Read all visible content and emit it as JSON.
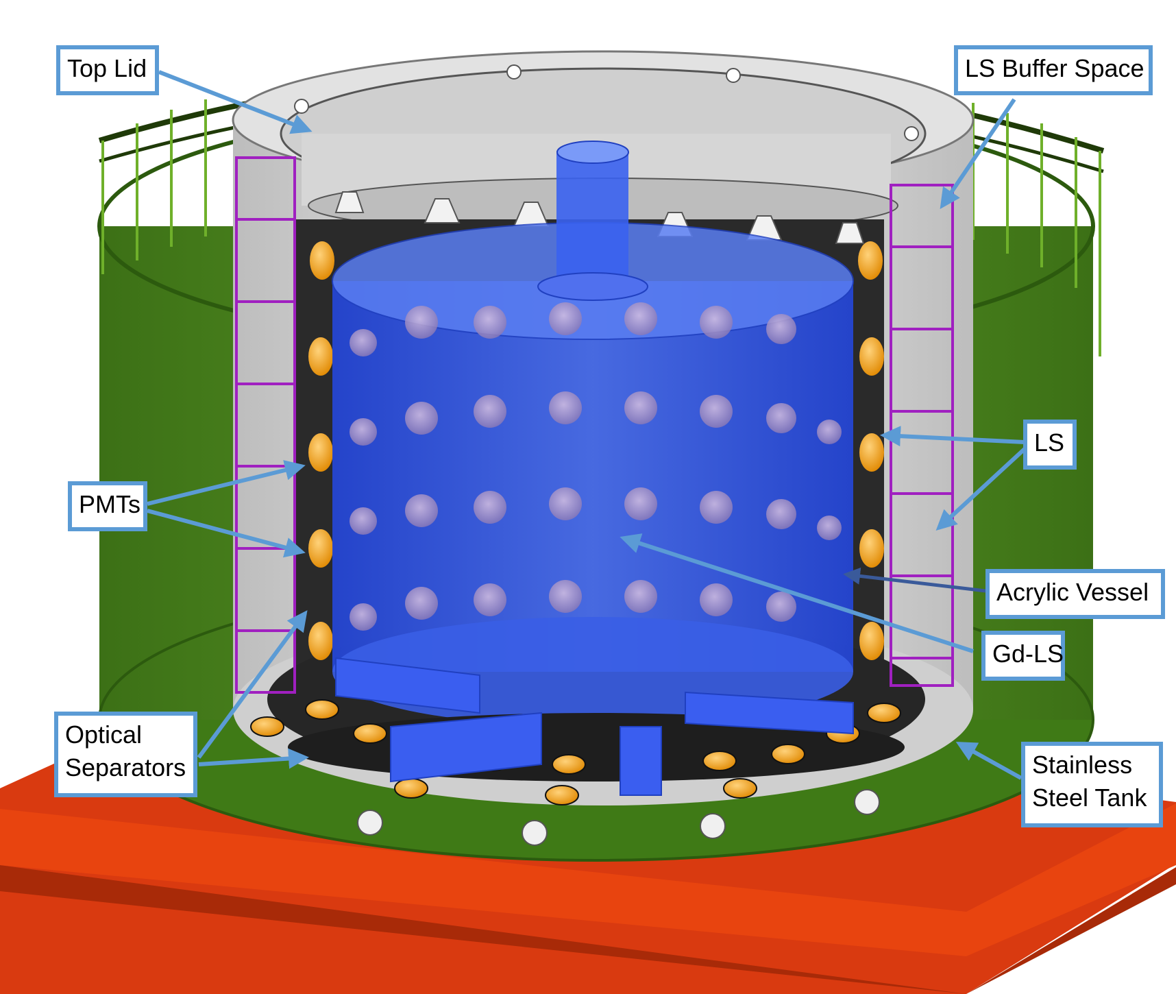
{
  "labels": {
    "top_lid": "Top Lid",
    "ls_buffer_space": "LS Buffer Space",
    "ls": "LS",
    "pmts": "PMTs",
    "acrylic_vessel": "Acrylic Vessel",
    "gd_ls": "Gd-LS",
    "optical_separators_line1": "Optical",
    "optical_separators_line2": "Separators",
    "stainless_steel_tank_line1": "Stainless",
    "stainless_steel_tank_line2": "Steel Tank"
  },
  "colors": {
    "label_border": "#5b9bd5",
    "arrow": "#5b9bd5",
    "outer_shield": "#4f8a1e",
    "base_plate": "#d93a10",
    "gd_ls_volume": "#2f56e6",
    "steel": "#d9d9d9",
    "pmt": "#f5a21b",
    "frame": "#a020c0"
  }
}
